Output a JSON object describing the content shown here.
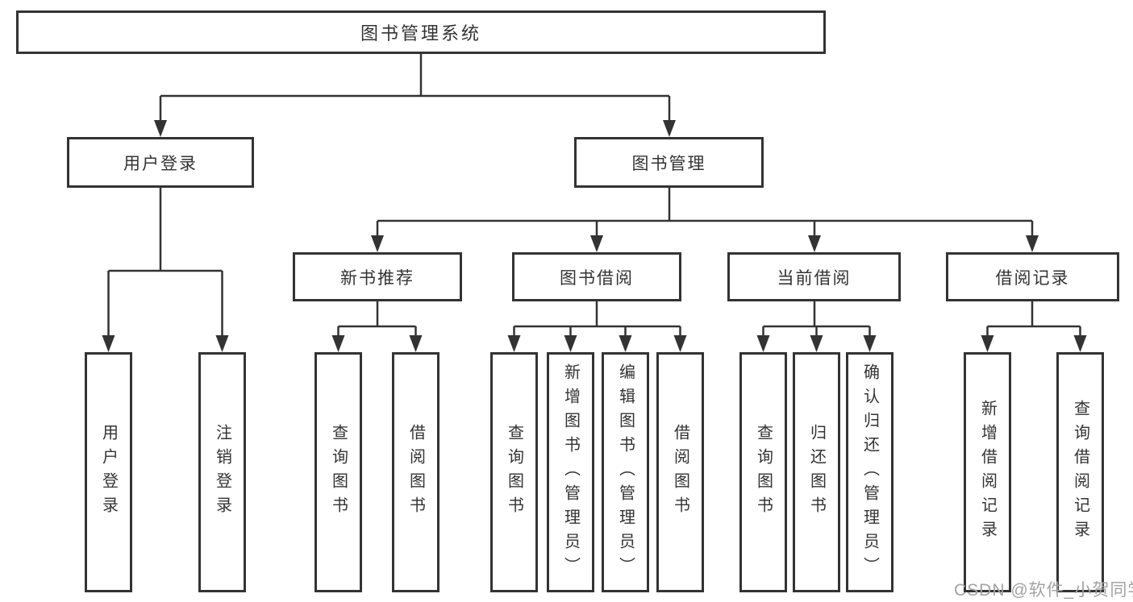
{
  "diagram": {
    "watermark": "CSDN @软件_小贺同学",
    "colors": {
      "line": "#333333",
      "text": "#333333",
      "watermark": "#a3a3a3",
      "background": "#ffffff"
    },
    "tree": {
      "root": {
        "label": "图书管理系统",
        "children": [
          {
            "label": "用户登录",
            "children": [
              {
                "label": "用户登录"
              },
              {
                "label": "注销登录"
              }
            ]
          },
          {
            "label": "图书管理",
            "children": [
              {
                "label": "新书推荐",
                "children": [
                  {
                    "label": "查询图书"
                  },
                  {
                    "label": "借阅图书"
                  }
                ]
              },
              {
                "label": "图书借阅",
                "children": [
                  {
                    "label": "查询图书"
                  },
                  {
                    "label": "新增图书（管理员）"
                  },
                  {
                    "label": "编辑图书（管理员）"
                  },
                  {
                    "label": "借阅图书"
                  }
                ]
              },
              {
                "label": "当前借阅",
                "children": [
                  {
                    "label": "查询图书"
                  },
                  {
                    "label": "归还图书"
                  },
                  {
                    "label": "确认归还（管理员）"
                  }
                ]
              },
              {
                "label": "借阅记录",
                "children": [
                  {
                    "label": "新增借阅记录"
                  },
                  {
                    "label": "查询借阅记录"
                  }
                ]
              }
            ]
          }
        ]
      }
    }
  }
}
